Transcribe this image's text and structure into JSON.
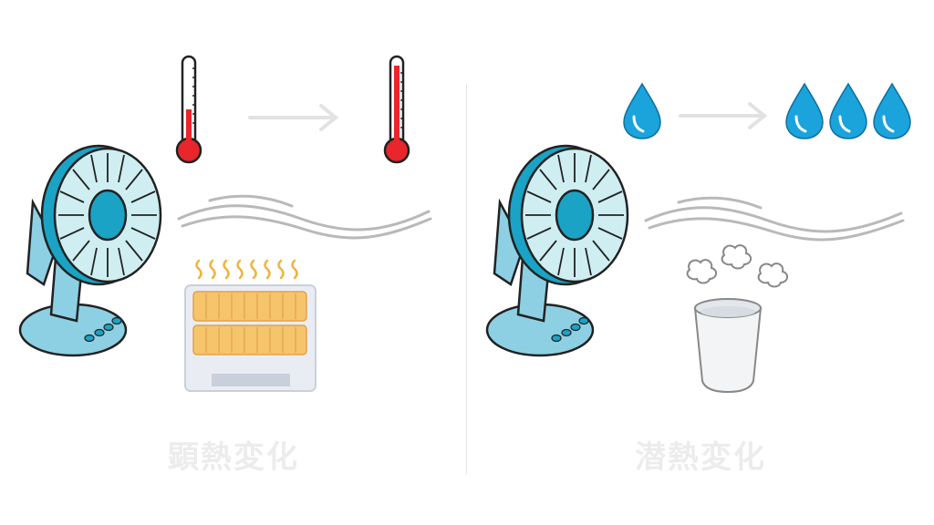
{
  "panels": [
    {
      "caption": "顕熱変化",
      "icon_pair": "thermometer-low-to-high"
    },
    {
      "caption": "潜熱変化",
      "icon_pair": "one-drop-to-three-drops"
    }
  ],
  "colors": {
    "fan_body": "#8ed0e3",
    "fan_blade": "#cfeef2",
    "fan_hub": "#1aa3c4",
    "thermo_red": "#e8262b",
    "heater_coil": "#f6c46b",
    "heat_wave": "#f0b33c",
    "drop_blue": "#1ba3dc",
    "wind": "#b9b9b9",
    "caption": "#ececec"
  }
}
